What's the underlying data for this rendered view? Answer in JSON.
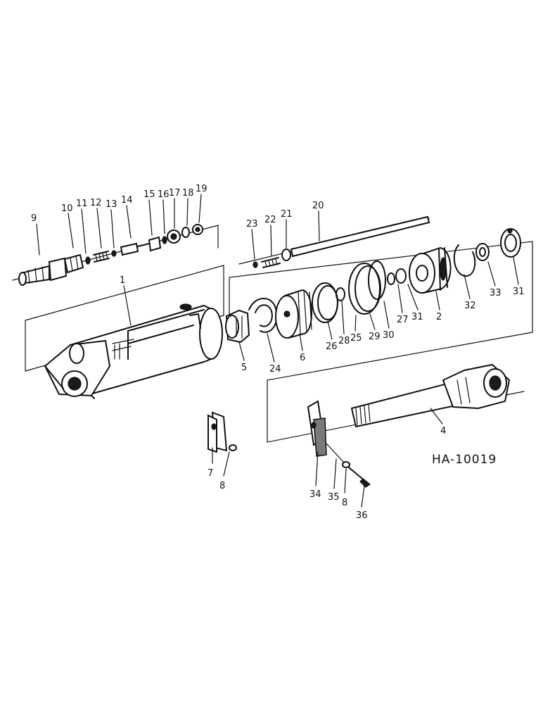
{
  "drawing_code": "HA-10019",
  "callouts": [
    "1",
    "2",
    "4",
    "5",
    "6",
    "7",
    "8",
    "8",
    "9",
    "10",
    "11",
    "12",
    "13",
    "14",
    "15",
    "16",
    "17",
    "18",
    "19",
    "20",
    "21",
    "22",
    "23",
    "24",
    "25",
    "26",
    "27",
    "28",
    "29",
    "30",
    "31",
    "31",
    "32",
    "33",
    "34",
    "35",
    "36"
  ]
}
